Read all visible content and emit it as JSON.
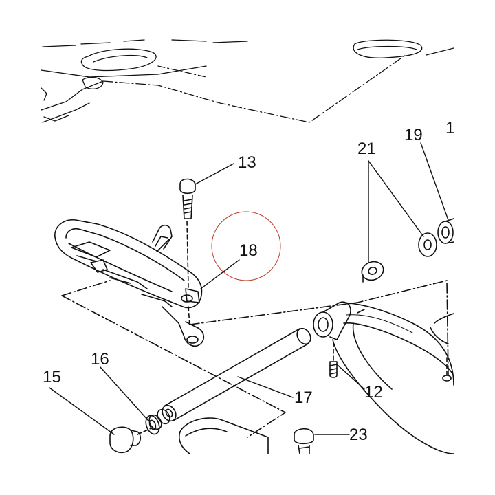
{
  "diagram": {
    "type": "exploded-parts-diagram",
    "highlight_color": "#c0392b",
    "line_color": "#111111",
    "highlighted_part": "18",
    "callouts": [
      {
        "id": "c1",
        "label": "1"
      },
      {
        "id": "c12",
        "label": "12"
      },
      {
        "id": "c13",
        "label": "13"
      },
      {
        "id": "c15",
        "label": "15"
      },
      {
        "id": "c16",
        "label": "16"
      },
      {
        "id": "c17",
        "label": "17"
      },
      {
        "id": "c18",
        "label": "18"
      },
      {
        "id": "c19",
        "label": "19"
      },
      {
        "id": "c21",
        "label": "21"
      },
      {
        "id": "c23",
        "label": "23"
      }
    ]
  }
}
